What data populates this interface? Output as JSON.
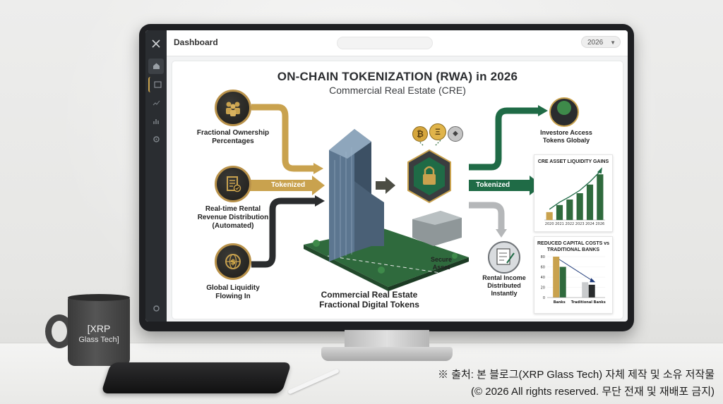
{
  "window": {
    "title": "Dashboard",
    "year_select": "2026"
  },
  "sidebar": {
    "logo": "X",
    "items": [
      "home-icon",
      "folder-icon",
      "chart-icon",
      "bars-icon",
      "settings-icon"
    ],
    "bottom": "settings-icon"
  },
  "infographic": {
    "title": "ON-CHAIN TOKENIZATION (RWA) in 2026",
    "subtitle": "Commercial Real Estate (CRE)",
    "left": {
      "ownership": [
        "Fractional Ownership",
        "Percentages"
      ],
      "rental": [
        "Real-time Rental",
        "Revenue Distribution",
        "(Automated)"
      ],
      "liquidity": [
        "Global Liquidity",
        "Flowing In"
      ]
    },
    "tokenized_left": "Tokenized",
    "tokenized_right": "Tokenized",
    "building_caption": [
      "Commercial Real Estate",
      "Fractional Digital Tokens"
    ],
    "secure": [
      "Secure",
      "Asset"
    ],
    "investors": [
      "Investore Access",
      "Tokens Globaly"
    ],
    "rental_income": [
      "Rental Income",
      "Distributed",
      "Instantly"
    ],
    "coins": [
      "₿",
      "Ξ",
      "◆"
    ],
    "colors": {
      "gold": "#c9a24e",
      "green": "#1f6b46",
      "dark": "#2a2c2e",
      "gray": "#b5b7b9"
    }
  },
  "chart_data": [
    {
      "type": "bar",
      "title": "CRE ASSET LIQUIDITY GAINS",
      "categories": [
        "2020",
        "2021",
        "2022",
        "2023",
        "2024",
        "2026"
      ],
      "values": [
        1.0,
        1.9,
        2.6,
        3.4,
        4.5,
        5.8
      ],
      "trend": "up"
    },
    {
      "type": "bar",
      "title": "REDUCED CAPITAL COSTS vs TRADITIONAL BANKS",
      "categories": [
        "Banks",
        "Traditional Banks"
      ],
      "series": [
        {
          "values": [
            80,
            30
          ]
        },
        {
          "values": [
            60,
            25
          ]
        }
      ],
      "y_ticks": [
        "80",
        "60",
        "40",
        "20",
        "0"
      ],
      "ylim": [
        0,
        80
      ]
    }
  ],
  "mug": {
    "line1": "[XRP",
    "line2": "Glass Tech]"
  },
  "caption": {
    "line1": "※ 출처: 본 블로그(XRP Glass Tech) 자체 제작 및 소유 저작물",
    "line2": "(© 2026 All rights reserved. 무단 전재 및 재배포 금지)"
  }
}
